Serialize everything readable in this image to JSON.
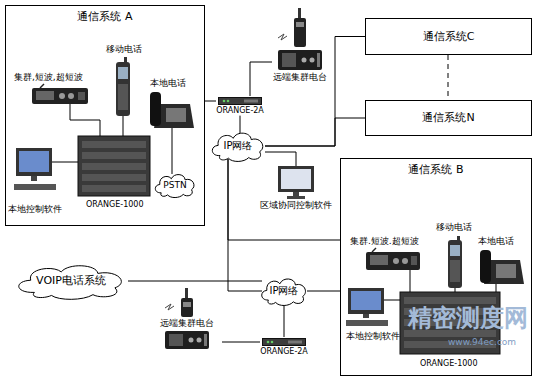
{
  "diagram": {
    "nodes": [
      {
        "text": [
          "通信系统 A"
        ]
      },
      {
        "text": [
          "PSTN"
        ],
        "in": 0
      },
      {
        "text": [
          "ORANGE-2A"
        ]
      },
      {
        "text": [
          "远端集群电台"
        ]
      },
      {
        "text": [
          "IP网络"
        ]
      },
      {
        "text": [
          "通信系统C"
        ]
      },
      {
        "text": [
          "通信系统N"
        ]
      },
      {
        "text": [
          "区域协同控制软件"
        ]
      },
      {
        "text": [
          "通信系统 B"
        ]
      },
      {
        "text": [
          "VOIP电话系统"
        ]
      },
      {
        "text": [
          "IP网络"
        ]
      },
      {
        "text": [
          "远端集群电台"
        ]
      },
      {
        "text": [
          "ORANGE-2A"
        ]
      }
    ],
    "edges": [
      {
        "from": 0,
        "to": 2,
        "arrow": "none"
      },
      {
        "from": 3,
        "to": 2,
        "arrow": "none"
      },
      {
        "from": 2,
        "to": 4,
        "arrow": "none"
      },
      {
        "from": 4,
        "to": 5,
        "arrow": "none"
      },
      {
        "from": 4,
        "to": 6,
        "arrow": "none"
      },
      {
        "from": 4,
        "to": 7,
        "arrow": "none"
      },
      {
        "from": 4,
        "to": 8,
        "arrow": "none"
      },
      {
        "from": 4,
        "to": 10,
        "arrow": "none"
      },
      {
        "from": 9,
        "to": 10,
        "arrow": "none"
      },
      {
        "from": 10,
        "to": 8,
        "arrow": "none"
      },
      {
        "from": 10,
        "to": 12,
        "arrow": "none"
      },
      {
        "from": 11,
        "to": 12,
        "arrow": "none"
      }
    ],
    "labels": [
      "集群,短波,超短波",
      "移动电话",
      "本地电话",
      "本地控制软件",
      "ORANGE-1000",
      "集群.短波.超短波",
      "移动电话",
      "本地电话",
      "本地控制软件",
      "ORANGE-1000",
      "精密测度网",
      "www.94ec.com"
    ]
  }
}
